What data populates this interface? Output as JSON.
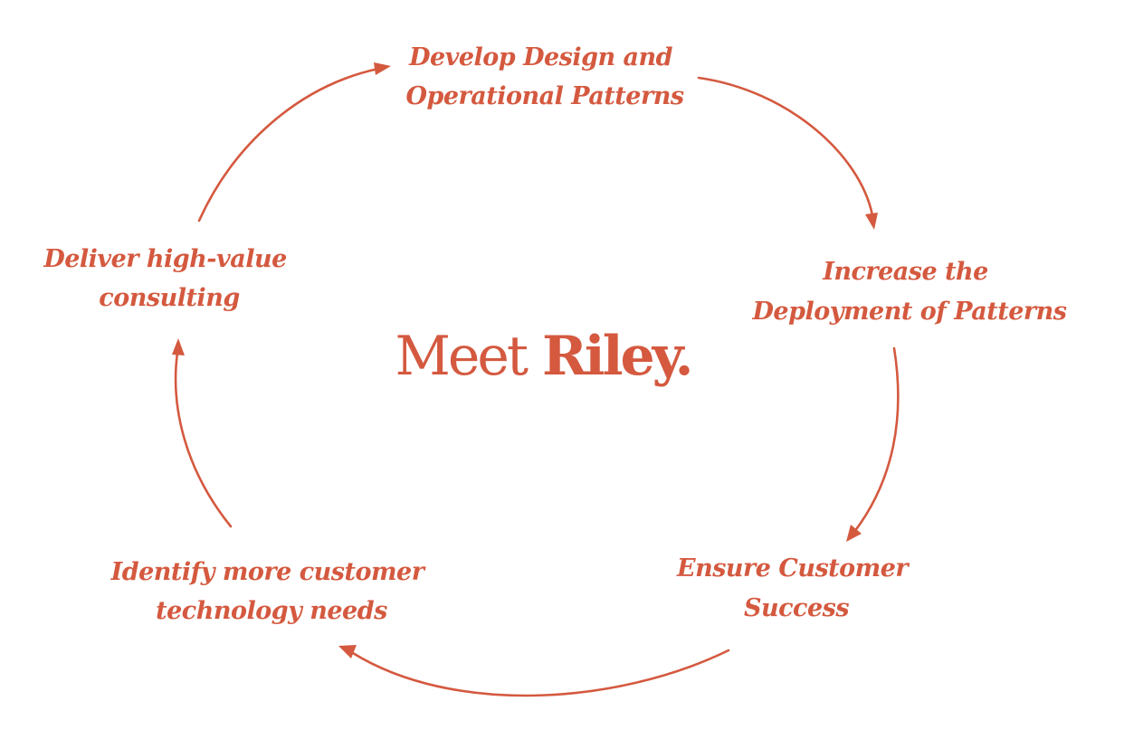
{
  "colors": {
    "accent": "#d4593f",
    "background": "#ffffff"
  },
  "center": {
    "light_text": "Meet",
    "bold_text": "Riley."
  },
  "steps": [
    {
      "line1": "Develop Design and",
      "line2": "Operational Patterns"
    },
    {
      "line1": "Increase the",
      "line2": "Deployment of Patterns"
    },
    {
      "line1": "Ensure Customer",
      "line2": "Success"
    },
    {
      "line1": "Identify more customer",
      "line2": "technology needs"
    },
    {
      "line1": "Deliver high-value",
      "line2": "consulting"
    }
  ]
}
